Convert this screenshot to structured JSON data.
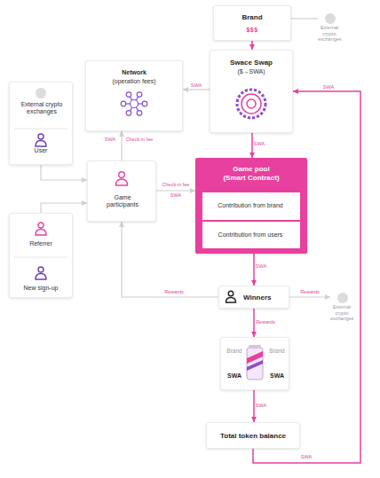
{
  "diagram": {
    "nodes": [
      {
        "text": [
          "Brand",
          "$$$"
        ]
      },
      {
        "text": [
          "External crypto exchanges"
        ]
      },
      {
        "text": [
          "Network",
          "(operation fees)"
        ]
      },
      {
        "text": [
          "Swace Swap",
          "($→SWA)"
        ]
      },
      {
        "text": [
          "External crypto exchanges",
          "User"
        ]
      },
      {
        "text": [
          "Game participants"
        ]
      },
      {
        "text": [
          "Game pool (Smart Contract)"
        ]
      },
      {
        "text": [
          "Contribution from brand"
        ],
        "in": 6
      },
      {
        "text": [
          "Contribution from users"
        ],
        "in": 6
      },
      {
        "text": [
          "Referrer",
          "New sign-up"
        ]
      },
      {
        "text": [
          "Winners"
        ]
      },
      {
        "text": [
          "External crypto exchanges"
        ]
      },
      {
        "text": [
          "Brand",
          "Brand",
          "SWA",
          "SWA"
        ]
      },
      {
        "text": [
          "Total token balance"
        ]
      }
    ],
    "edges": [
      {
        "from": 0,
        "to": 3,
        "arrow": "to"
      },
      {
        "from": 0,
        "to": 1,
        "arrow": "none"
      },
      {
        "from": 3,
        "to": 2,
        "label": "SWA",
        "arrow": "to"
      },
      {
        "from": 3,
        "to": 6,
        "label": "SWA",
        "arrow": "to"
      },
      {
        "from": 4,
        "to": 5,
        "arrow": "to"
      },
      {
        "from": 9,
        "to": 5,
        "arrow": "to"
      },
      {
        "from": 5,
        "to": 2,
        "label": "Check-in fee",
        "arrow": "to"
      },
      {
        "from": 5,
        "to": 6,
        "label": "Check-in fee",
        "arrow": "to"
      },
      {
        "from": 6,
        "to": 10,
        "label": "SWA",
        "arrow": "to"
      },
      {
        "from": 10,
        "to": 5,
        "label": "Rewards",
        "arrow": "to"
      },
      {
        "from": 10,
        "to": 11,
        "label": "Rewards",
        "arrow": "to"
      },
      {
        "from": 10,
        "to": 12,
        "label": "Rewards",
        "arrow": "to"
      },
      {
        "from": 12,
        "to": 13,
        "label": "SWA",
        "arrow": "to"
      },
      {
        "from": 13,
        "to": 3,
        "label": "SWA",
        "arrow": "to"
      }
    ],
    "labels": [
      "SWA",
      "SWA",
      "SWA"
    ]
  }
}
